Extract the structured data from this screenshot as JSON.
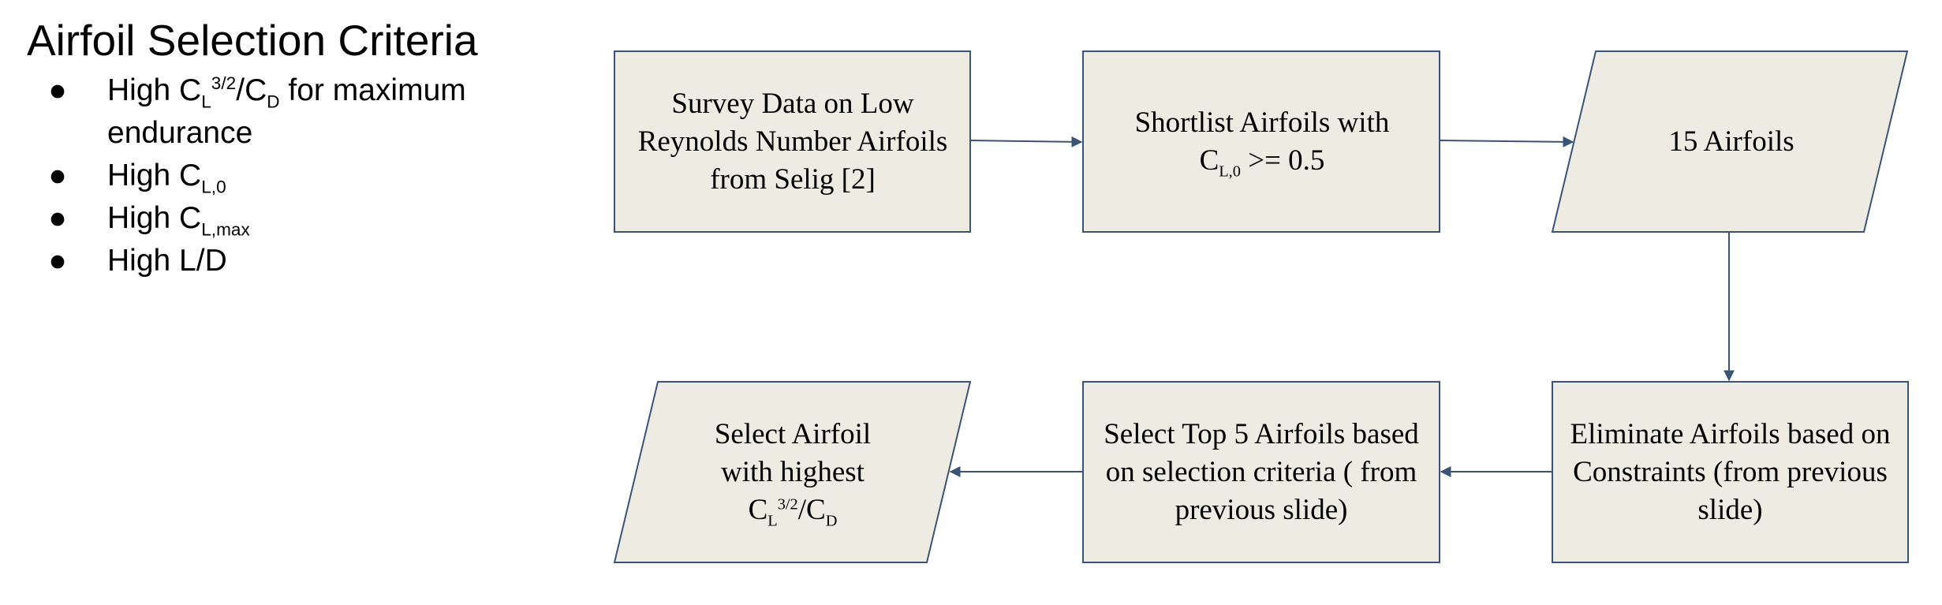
{
  "slide": {
    "title": "Airfoil Selection Criteria",
    "bullet_glyph": "●",
    "criteria": [
      {
        "before": "High C",
        "sub": "L",
        "sup": "3/2",
        "mid": "/C",
        "sub2": "D",
        "after": " for maximum endurance"
      },
      {
        "before": "High C",
        "sub": "L,0"
      },
      {
        "before": "High C",
        "sub": "L,max"
      },
      {
        "before": "High L/D"
      }
    ]
  },
  "flowchart": {
    "colors": {
      "fill": "#eeebe2",
      "stroke": "#3a5478",
      "arrow": "#3a5478"
    },
    "nodes": [
      {
        "id": "survey",
        "shape": "rectangle",
        "text": "Survey Data on Low Reynolds Number Airfoils from Selig [2]"
      },
      {
        "id": "shortlist",
        "shape": "rectangle",
        "text_line1": "Shortlist Airfoils with",
        "text_c": "C",
        "text_sub": "L,0",
        "text_rest": " >= 0.5"
      },
      {
        "id": "fifteen",
        "shape": "parallelogram",
        "text": "15 Airfoils"
      },
      {
        "id": "eliminate",
        "shape": "rectangle",
        "text": "Eliminate Airfoils based on Constraints (from previous slide)"
      },
      {
        "id": "top5",
        "shape": "rectangle",
        "text": "Select Top 5 Airfoils based on selection criteria ( from previous slide)"
      },
      {
        "id": "select",
        "shape": "parallelogram",
        "text_line1": "Select Airfoil",
        "text_line2": "with highest",
        "text_c": "C",
        "text_sub": "L",
        "text_sup": "3/2",
        "text_mid": "/C",
        "text_sub2": "D"
      }
    ],
    "edges": [
      {
        "from": "survey",
        "to": "shortlist"
      },
      {
        "from": "shortlist",
        "to": "fifteen"
      },
      {
        "from": "fifteen",
        "to": "eliminate"
      },
      {
        "from": "eliminate",
        "to": "top5"
      },
      {
        "from": "top5",
        "to": "select"
      }
    ]
  }
}
